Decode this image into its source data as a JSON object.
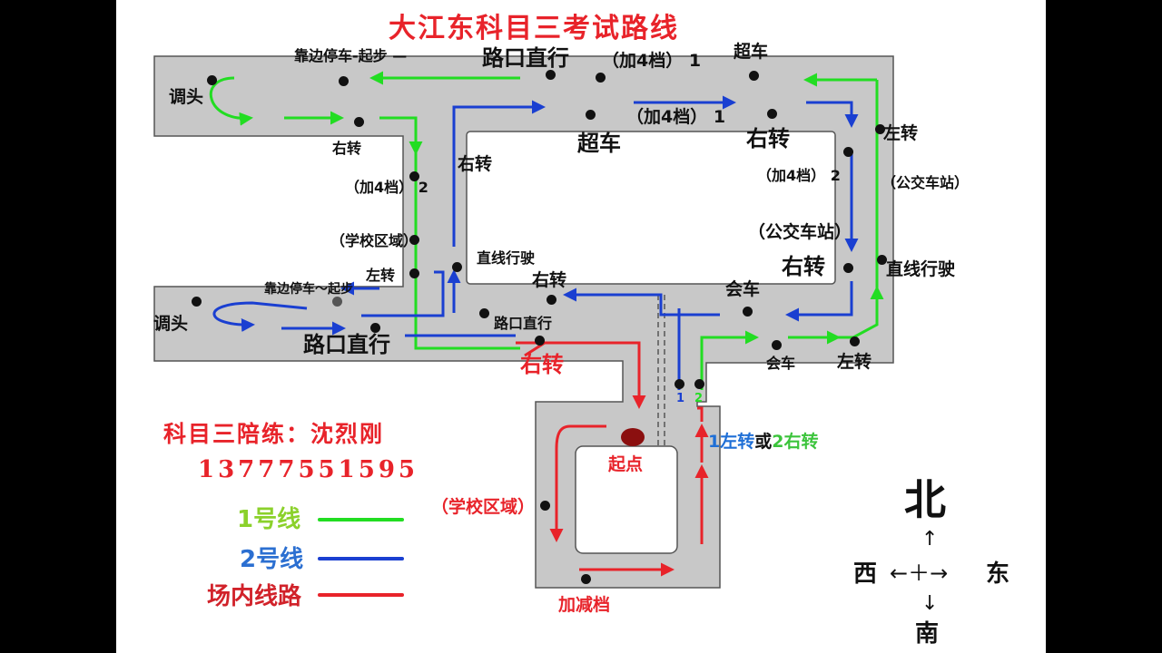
{
  "title": "大江东科目三考试路线",
  "colors": {
    "route1": "#22dd22",
    "route2": "#1a3fd1",
    "inner": "#e8232a",
    "road": "#c8c8c8"
  },
  "labels": {
    "kaobian_qibu_top": "靠边停车-起步 —",
    "lukou_zhixing_top": "路口直行",
    "jia4_1_top": "（加4档） 1",
    "chaoche_top": "超车",
    "diaotou_top": "调头",
    "jia4_1_mid": "（加4档） 1",
    "chaoche_mid": "超车",
    "youzhuan_mid_right": "右转",
    "zuozhuan_right": "左转",
    "youzhuan_left_top": "右转",
    "youzhuan_inner_left": "右转",
    "jia4_2_left": "（加4档） 2",
    "jia4_2_right": "（加4档） 2",
    "gongjiao_right": "（公交车站）",
    "xuexiao_left": "（学校区域）",
    "gongjiao_mid": "（公交车站）",
    "zhixian_inner": "直线行驶",
    "youzhuan_big_right": "右转",
    "zhixian_right": "直线行驶",
    "zuozhuan_left": "左转",
    "youzhuan_bottom_mid": "右转",
    "huiche_mid": "会车",
    "kaobian_qibu_bottom": "靠边停车～起步",
    "diaotou_bottom": "调头",
    "lukou_zhixing_small": "路口直行",
    "lukou_zhixing_bottom": "路口直行",
    "youzhuan_red": "右转",
    "huiche_small": "会车",
    "zuozhuan_bottom": "左转",
    "marker_1": "1",
    "marker_2": "2",
    "turn_hint_1": "1左转",
    "turn_hint_or": "或",
    "turn_hint_2": "2右转",
    "start": "起点",
    "xuexiao_red": "（学校区域）",
    "jiajian": "加减档"
  },
  "coach": {
    "name": "科目三陪练：沈烈刚",
    "phone": "13777551595"
  },
  "legend": [
    {
      "label": "1号线",
      "color": "#8bd12b"
    },
    {
      "label": "2号线",
      "color": "#2b6fd1"
    },
    {
      "label": "场内线路",
      "color": "#d1222a"
    }
  ],
  "compass": {
    "north": "北",
    "south": "南",
    "west": "西",
    "east": "东",
    "up_arrow": "↑",
    "down_arrow": "↓",
    "row": "←＋→"
  }
}
